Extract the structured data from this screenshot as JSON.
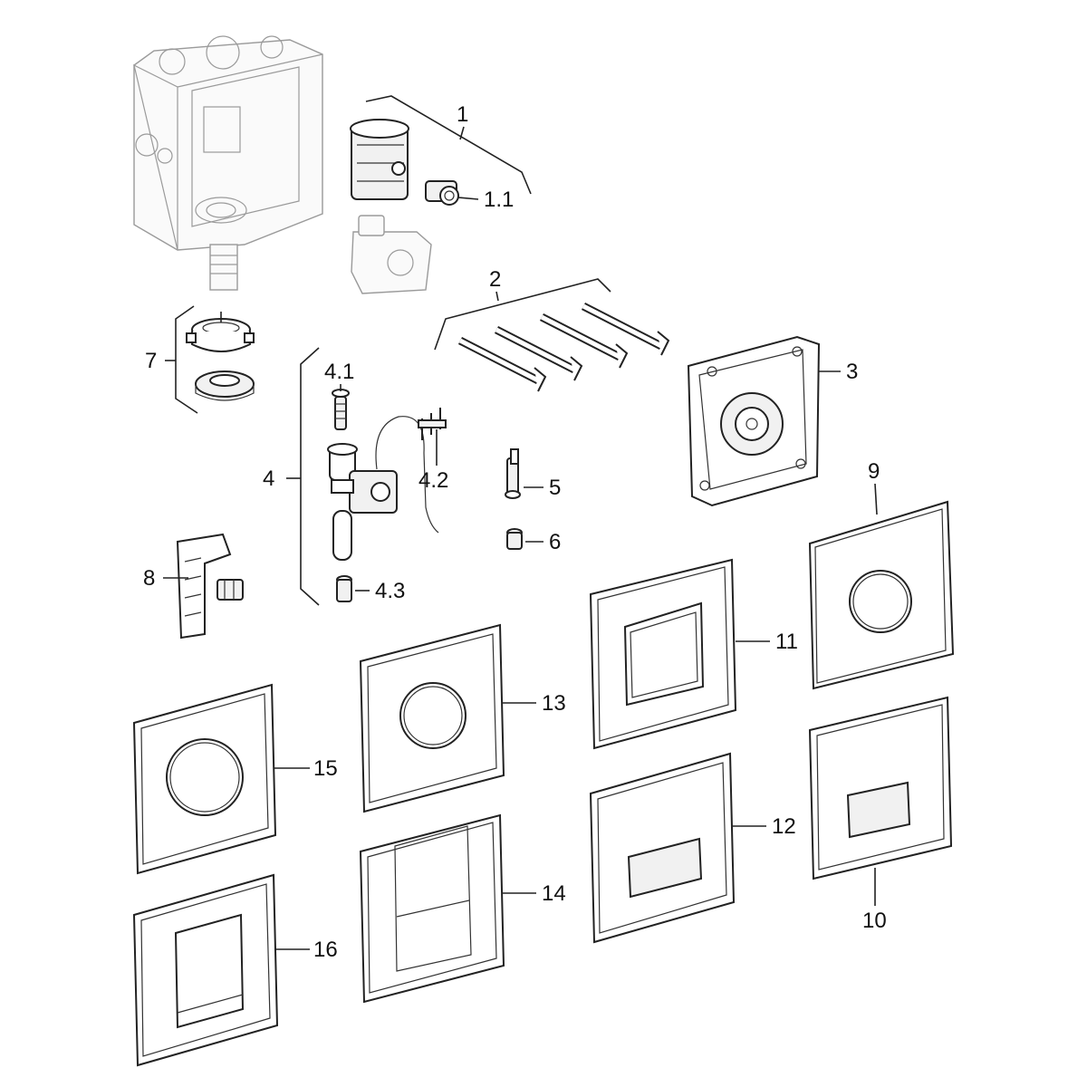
{
  "labels": {
    "p1": "1",
    "p1_1": "1.1",
    "p2": "2",
    "p3": "3",
    "p4": "4",
    "p4_1": "4.1",
    "p4_2": "4.2",
    "p4_3": "4.3",
    "p5": "5",
    "p6": "6",
    "p7": "7",
    "p8": "8",
    "p9": "9",
    "p10": "10",
    "p11": "11",
    "p12": "12",
    "p13": "13",
    "p14": "14",
    "p15": "15",
    "p16": "16"
  }
}
